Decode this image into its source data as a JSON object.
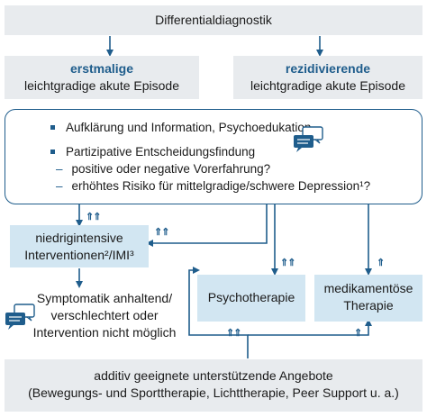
{
  "top": {
    "label": "Differentialdiagnostik"
  },
  "first_episode": {
    "label_bold": "erstmalige",
    "label": "leichtgradige akute Episode"
  },
  "recurrent_episode": {
    "label_bold": "rezidivierende",
    "label": "leichtgradige akute Episode"
  },
  "info_panel": {
    "item1": "Aufklärung und Information, Psychoedukation",
    "item2": "Partizipative Entscheidungsfindung",
    "sub1": "positive oder negative Vorerfahrung?",
    "sub2": "erhöhtes Risiko für mittelgradige/schwere Depression¹?"
  },
  "low_intensity": {
    "line1": "niedrigintensive",
    "line2": "Interventionen²/IMI³"
  },
  "symptoms": {
    "line1": "Symptomatik anhaltend/",
    "line2": "verschlechtert oder",
    "line3": "Intervention nicht möglich"
  },
  "psychotherapy": {
    "label": "Psychotherapie"
  },
  "medication": {
    "line1": "medikamentöse",
    "line2": "Therapie"
  },
  "additive": {
    "line1": "additiv geeignete unterstützende Angebote",
    "line2": "(Bewegungs- und Sporttherapie, Lichttherapie, Peer Support u. a.)"
  },
  "recommendation": {
    "strong": "⇑⇑",
    "weak": "⇑"
  },
  "icons": {
    "dialog": "speech-bubbles-icon",
    "strong": "double-up-arrow-icon",
    "weak": "single-up-arrow-icon"
  },
  "colors": {
    "accent": "#1f5d8c",
    "box_grey": "#e8ebee",
    "box_blue": "#d2e6f2"
  }
}
